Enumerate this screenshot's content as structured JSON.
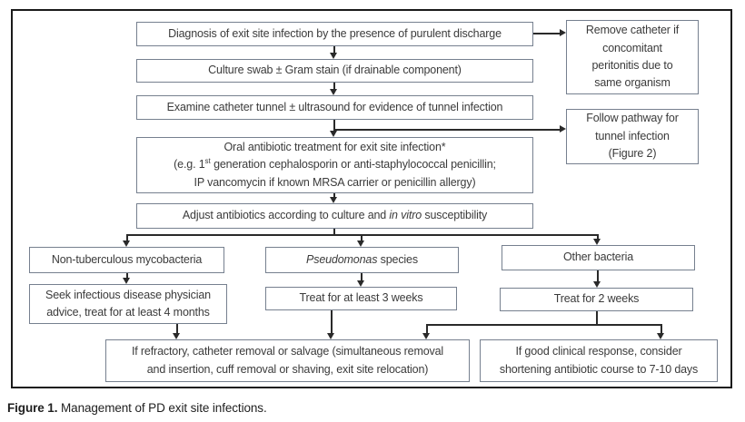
{
  "figure_caption": {
    "label": "Figure 1.",
    "text": " Management of PD exit site infections."
  },
  "colors": {
    "background": "#ffffff",
    "frame_border": "#1a1a1a",
    "box_border": "#76808f",
    "text": "#3b3b3b",
    "arrow": "#2a2a2a"
  },
  "flowchart": {
    "nodes": {
      "diagnosis": {
        "text": "Diagnosis of exit site infection by the presence of purulent discharge"
      },
      "remove_catheter": {
        "lines": [
          "Remove catheter if",
          "concomitant",
          "peritonitis due to",
          "same organism"
        ]
      },
      "culture_swab": {
        "text": "Culture swab ± Gram stain (if drainable component)"
      },
      "examine_tunnel": {
        "text": "Examine catheter tunnel ± ultrasound for evidence of tunnel infection"
      },
      "follow_pathway": {
        "lines": [
          "Follow pathway for",
          "tunnel infection",
          "(Figure 2)"
        ]
      },
      "oral_antibiotic": {
        "line1": "Oral antibiotic treatment for exit site infection*",
        "line2_pre": "(e.g. 1",
        "line2_sup": "st",
        "line2_post": " generation cephalosporin or anti-staphylococcal penicillin;",
        "line3": "IP vancomycin if known MRSA carrier or penicillin allergy)"
      },
      "adjust_antibiotics": {
        "pre": "Adjust antibiotics according to culture and ",
        "italic": "in vitro",
        "post": " susceptibility"
      },
      "non_tuberculous": {
        "text": "Non-tuberculous mycobacteria"
      },
      "pseudomonas": {
        "italic": "Pseudomonas",
        "post": " species"
      },
      "other_bacteria": {
        "text": "Other bacteria"
      },
      "id_physician_advice": {
        "lines": [
          "Seek infectious disease physician",
          "advice, treat for at least 4 months"
        ]
      },
      "treat_3_weeks": {
        "text": "Treat for at least 3 weeks"
      },
      "treat_2_weeks": {
        "text": "Treat for 2 weeks"
      },
      "refractory": {
        "lines": [
          "If refractory, catheter removal or salvage (simultaneous removal",
          "and insertion, cuff removal or shaving, exit site relocation)"
        ]
      },
      "good_response": {
        "lines": [
          "If good clinical response, consider",
          "shortening antibiotic course to 7-10 days"
        ]
      }
    }
  }
}
